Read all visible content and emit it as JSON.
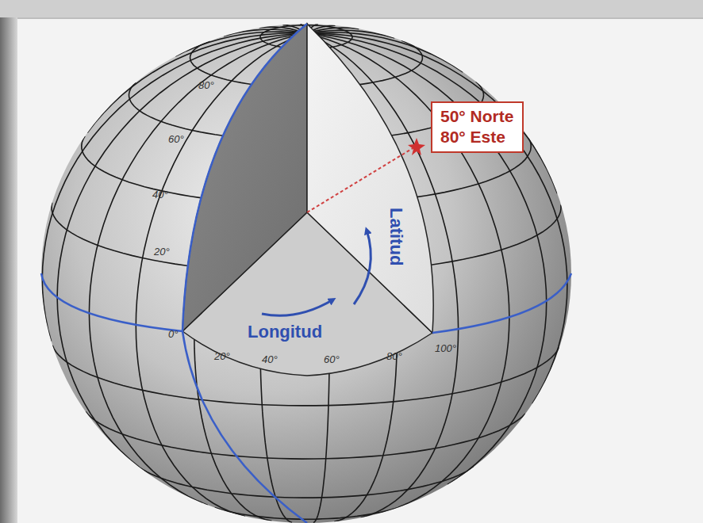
{
  "diagram": {
    "nodes": [
      {
        "text": [
          "50° Norte",
          "80° Este"
        ]
      }
    ],
    "labels": [
      "80°",
      "60°",
      "40°",
      "20°",
      "Latitud",
      "0°",
      "20°",
      "40°",
      "60°",
      "Longitud",
      "80°",
      "100°"
    ]
  }
}
